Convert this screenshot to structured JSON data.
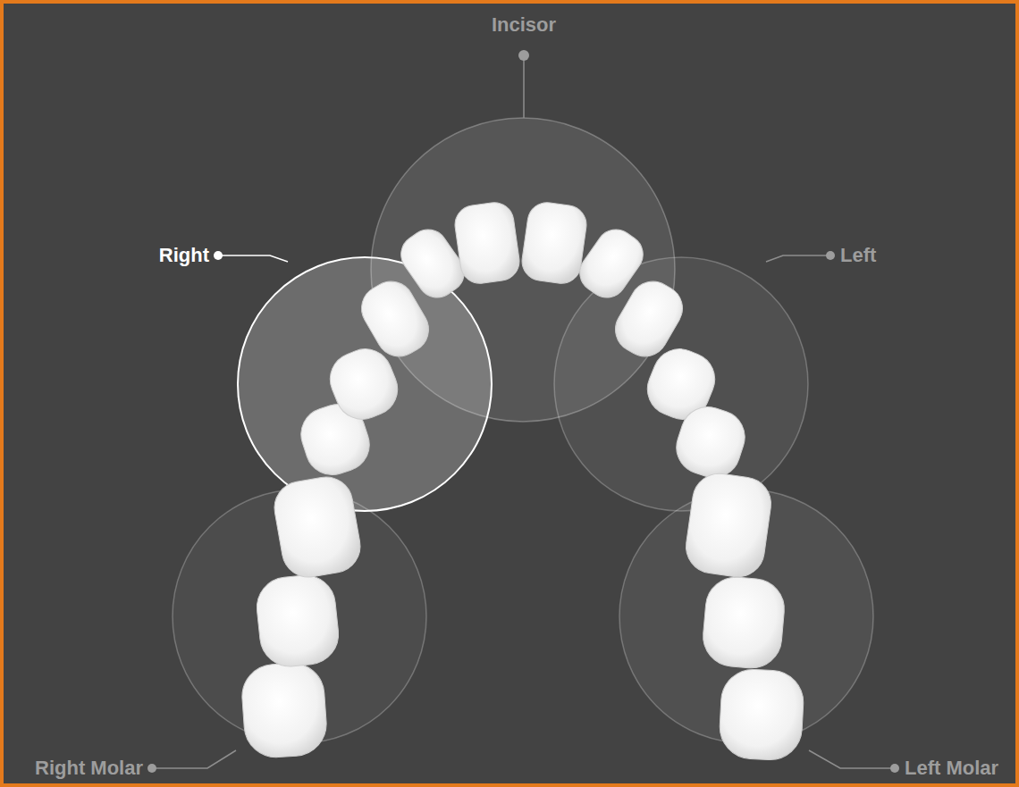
{
  "diagram": {
    "labels": [
      "Incisor",
      "Right",
      "Left",
      "Right Molar",
      "Left Molar"
    ]
  }
}
